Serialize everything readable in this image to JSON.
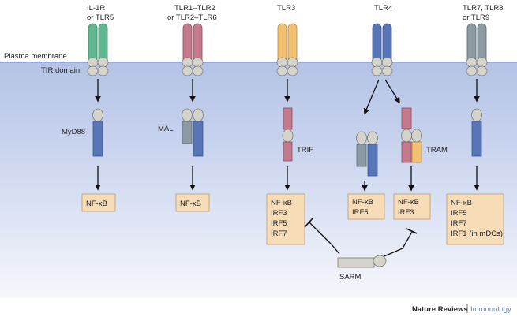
{
  "receptors": [
    {
      "line1": "IL-1R",
      "line2": "or TLR5"
    },
    {
      "line1": "TLR1–TLR2",
      "line2": "or TLR2–TLR6"
    },
    {
      "line1": "TLR3",
      "line2": ""
    },
    {
      "line1": "TLR4",
      "line2": ""
    },
    {
      "line1": "TLR7, TLR8",
      "line2": "or TLR9"
    }
  ],
  "membrane": {
    "label": "Plasma membrane",
    "tir_label": "TIR domain"
  },
  "adaptors": {
    "myd88": "MyD88",
    "mal": "MAL",
    "trif": "TRIF",
    "tram": "TRAM",
    "sarm": "SARM"
  },
  "outputs": [
    {
      "lines": [
        "NF-κB"
      ]
    },
    {
      "lines": [
        "NF-κB"
      ]
    },
    {
      "lines": [
        "NF-κB",
        "IRF3",
        "IRF5",
        "IRF7"
      ]
    },
    {
      "lines": [
        "NF-κB",
        "IRF5"
      ]
    },
    {
      "lines": [
        "NF-κB",
        "IRF3"
      ]
    },
    {
      "lines": [
        "NF-κB",
        "IRF5",
        "IRF7",
        "IRF1 (in mDCs)"
      ]
    }
  ],
  "credit": {
    "journal": "Nature Reviews",
    "section": "Immunology"
  },
  "colors": {
    "green": "#5fb890",
    "pink": "#c47a8c",
    "yellow": "#f2c071",
    "blue": "#5876b5",
    "slate": "#8b9aa3",
    "gray": "#d4d4cc",
    "box": "#f7dcb8",
    "box_border": "#b89a74",
    "membrane_top": "#b4c3e6",
    "membrane_bottom": "#f4f6fc"
  }
}
